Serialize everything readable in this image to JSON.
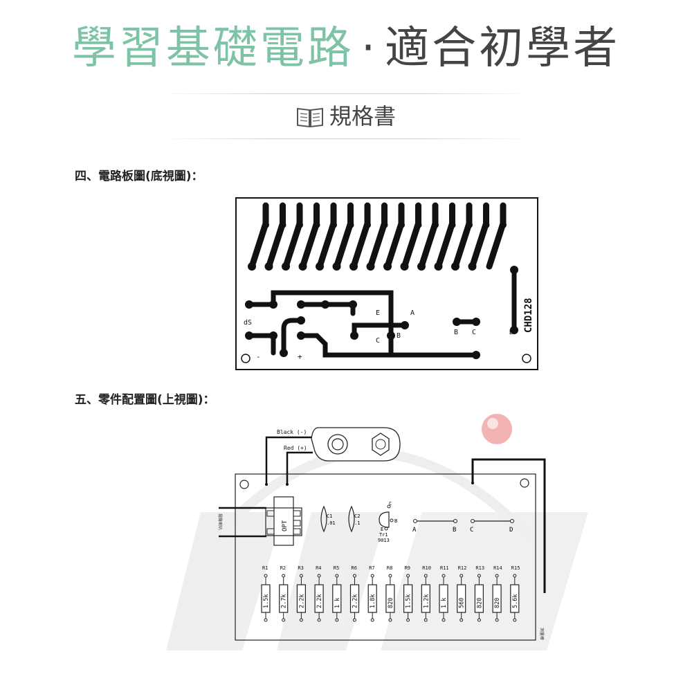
{
  "header": {
    "title_green": "學習基礎電路",
    "title_separator": "·",
    "title_dark": "適合初學者",
    "spec_label": "規格書"
  },
  "sections": {
    "pcb_heading": "四、電路板圖(底視圖)：",
    "layout_heading": "五、零件配置圖(上視圖)："
  },
  "pcb": {
    "board_code": "CHD128",
    "label_sp": "dS",
    "label_minus": "-",
    "label_plus": "+",
    "label_e": "E",
    "label_a": "A",
    "label_c": "C",
    "label_b": "B",
    "label_b2": "B",
    "label_c2": "C",
    "label_d": "D"
  },
  "layout": {
    "wire_black": "Black (-)",
    "wire_red": "Red (+)",
    "transformer": "OPT",
    "speaker_label": "揚聲喇叭",
    "cap1_name": "C1",
    "cap1_value": ".01",
    "cap2_name": "C2",
    "cap2_value": ".1",
    "transistor_name": "Tr1",
    "transistor_model": "9013",
    "tr_c": "C",
    "tr_b": "B",
    "tr_e": "E",
    "jumper_a": "A",
    "jumper_b": "B",
    "jumper_c": "C",
    "jumper_d": "D",
    "probe_label": "測量棒",
    "resistors": [
      {
        "name": "R1",
        "value": "1.5k"
      },
      {
        "name": "R2",
        "value": "2.7k"
      },
      {
        "name": "R3",
        "value": "2.2k"
      },
      {
        "name": "R4",
        "value": "2.2k"
      },
      {
        "name": "R5",
        "value": "1 k"
      },
      {
        "name": "R6",
        "value": "2.2k"
      },
      {
        "name": "R7",
        "value": "1.8k"
      },
      {
        "name": "R8",
        "value": "820"
      },
      {
        "name": "R9",
        "value": "1.5k"
      },
      {
        "name": "R10",
        "value": "1.2k"
      },
      {
        "name": "R11",
        "value": "1 k"
      },
      {
        "name": "R12",
        "value": "560"
      },
      {
        "name": "R13",
        "value": "820"
      },
      {
        "name": "R14",
        "value": "820"
      },
      {
        "name": "R15",
        "value": "5.6k"
      }
    ]
  },
  "colors": {
    "title_green": "#7fc3a6",
    "title_dark": "#444444",
    "trace": "#111111",
    "watermark": "#ececec",
    "watermark_ball": "#e65050"
  }
}
